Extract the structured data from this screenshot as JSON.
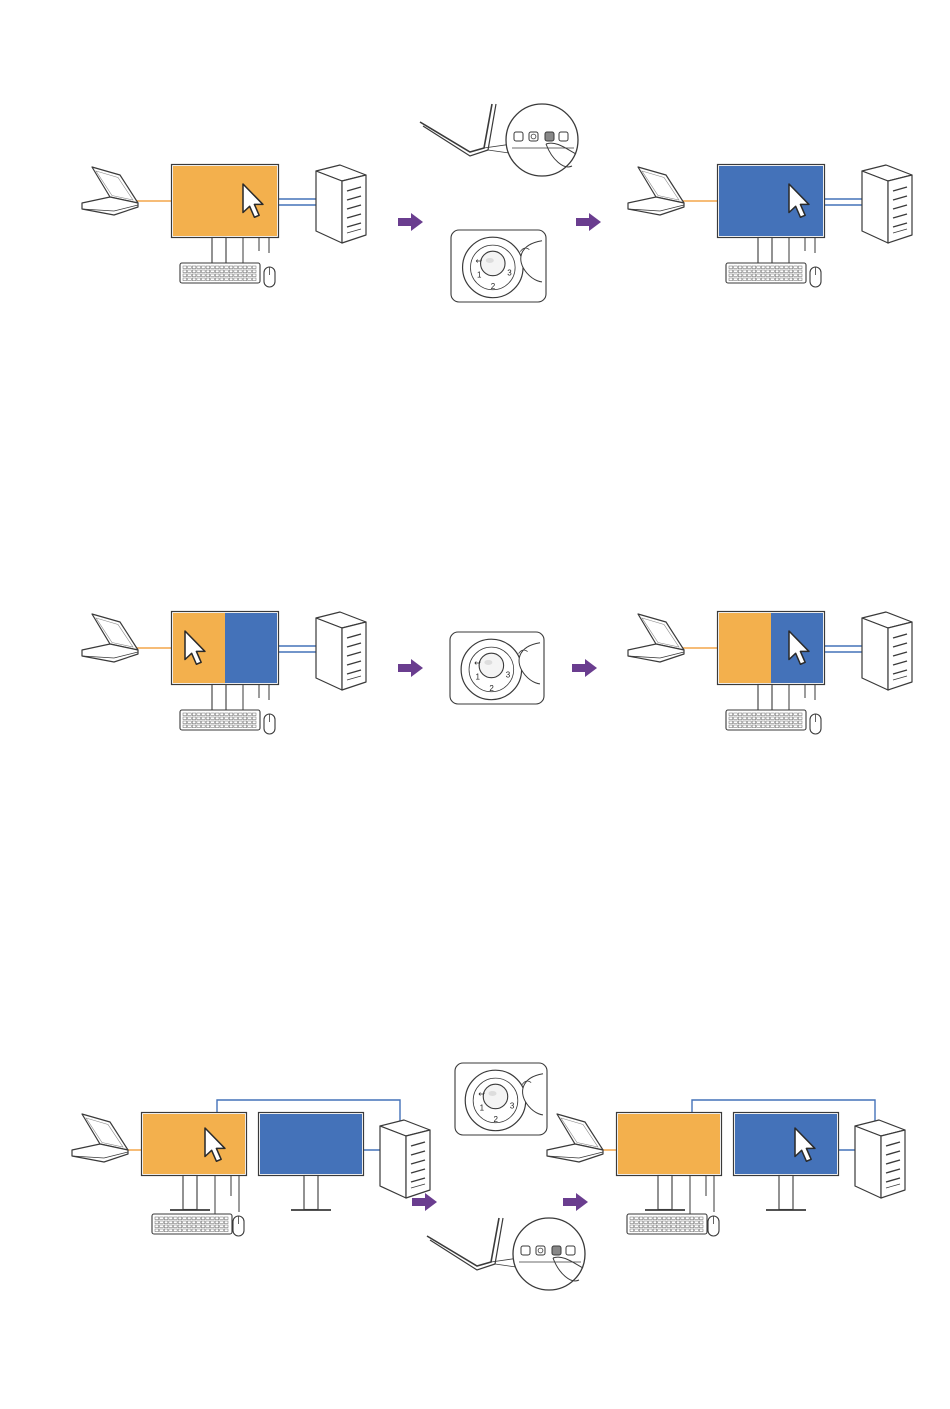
{
  "colors": {
    "source_a": "#F3B04D",
    "source_b": "#4472B9",
    "arrow": "#6A3D8F",
    "outline": "#3a3a3a",
    "laptop_cable": "#F3A54A",
    "pc_cable": "#4472B9"
  },
  "scenes": [
    {
      "id": "scene-1",
      "step": "switch-input-via-button-or-puck",
      "before": "full-screen source A with pointer",
      "after": "full-screen source B with pointer"
    },
    {
      "id": "scene-2",
      "step": "switch-pointer-focus-via-puck",
      "before": "split screen, pointer on source A",
      "after": "split screen, pointer on source B"
    },
    {
      "id": "scene-3",
      "step": "switch-focus-between-two-monitors",
      "before": "pointer on monitor A",
      "after": "pointer on monitor B"
    }
  ],
  "puck": {
    "labels": [
      "1",
      "2",
      "3"
    ],
    "back_symbol": "↩"
  },
  "icons": [
    "laptop-icon",
    "monitor-icon",
    "desktop-tower-icon",
    "keyboard-icon",
    "mouse-icon",
    "pointer-icon",
    "puck-controller-icon",
    "monitor-button-icon",
    "arrow-right-icon"
  ]
}
